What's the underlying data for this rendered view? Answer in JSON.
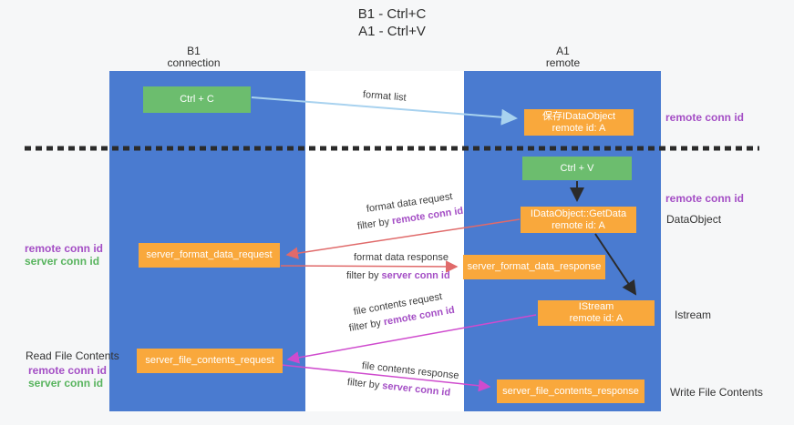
{
  "title": {
    "line1": "B1 - Ctrl+C",
    "line2": "A1 - Ctrl+V"
  },
  "lanes": {
    "left": {
      "name_line": "B1",
      "role_line": "connection"
    },
    "right": {
      "name_line": "A1",
      "role_line": "remote"
    }
  },
  "nodes": {
    "ctrl_c": "Ctrl + C",
    "ctrl_v": "Ctrl + V",
    "save_idataobject": {
      "line1": "保存IDataObject",
      "line2": "remote id: A"
    },
    "getdata": {
      "line1": "IDataObject::GetData",
      "line2": "remote id: A"
    },
    "istream": {
      "line1": "IStream",
      "line2": "remote id: A"
    },
    "server_format_data_request": "server_format_data_request",
    "server_format_data_response": "server_format_data_response",
    "server_file_contents_request": "server_file_contents_request",
    "server_file_contents_response": "server_file_contents_response"
  },
  "arrow_labels": {
    "format_list": "format list",
    "format_data_request": "format data request",
    "format_data_response": "format data response",
    "file_contents_request": "file contents request",
    "file_contents_response": "file contents response",
    "filter_by": "filter by ",
    "remote_conn_id": "remote conn id",
    "server_conn_id": "server conn id"
  },
  "side_labels": {
    "remote_conn_id": "remote conn id",
    "server_conn_id": "server conn id",
    "dataobject": "DataObject",
    "istream": "Istream",
    "read_file_contents": "Read File Contents",
    "write_file_contents": "Write File Contents"
  },
  "colors": {
    "lane_blue": "#4a7bd0",
    "node_green": "#6cbd6e",
    "node_orange": "#f9a83c",
    "purple_text": "#a44ec5",
    "green_text": "#58b45e",
    "arrow_light_blue": "#a8d2ef",
    "arrow_red": "#e06a6a",
    "arrow_magenta": "#cf4bce",
    "arrow_black": "#2b2b2b",
    "dashed_divider": "#2b2b2b"
  }
}
